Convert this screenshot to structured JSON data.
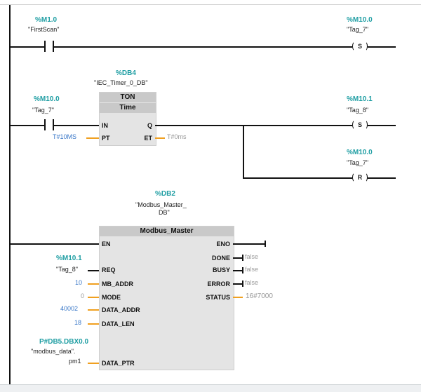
{
  "network1": {
    "contact": {
      "address": "%M1.0",
      "tag": "\"FirstScan\""
    },
    "coil": {
      "address": "%M10.0",
      "tag": "\"Tag_7\"",
      "type": "S"
    }
  },
  "network2": {
    "timer_db": {
      "address": "%DB4",
      "name": "\"IEC_Timer_0_DB\""
    },
    "timer": {
      "type": "TON",
      "subtype": "Time",
      "in": "IN",
      "pt": "PT",
      "q": "Q",
      "et": "ET",
      "pt_value": "T#10MS",
      "et_value": "T#0ms"
    },
    "contact": {
      "address": "%M10.0",
      "tag": "\"Tag_7\""
    },
    "coil1": {
      "address": "%M10.1",
      "tag": "\"Tag_8\"",
      "type": "S"
    },
    "coil2": {
      "address": "%M10.0",
      "tag": "\"Tag_7\"",
      "type": "R"
    }
  },
  "network3": {
    "block_db": {
      "address": "%DB2",
      "name_line1": "\"Modbus_Master_",
      "name_line2": "DB\""
    },
    "block": {
      "title": "Modbus_Master",
      "inputs": {
        "en": "EN",
        "req": "REQ",
        "mb_addr": "MB_ADDR",
        "mode": "MODE",
        "data_addr": "DATA_ADDR",
        "data_len": "DATA_LEN",
        "data_ptr": "DATA_PTR"
      },
      "outputs": {
        "eno": "ENO",
        "done": "DONE",
        "busy": "BUSY",
        "error": "ERROR",
        "status": "STATUS"
      }
    },
    "req_operand": {
      "address": "%M10.1",
      "tag": "\"Tag_8\""
    },
    "mb_addr_value": "10",
    "mode_value": "0",
    "data_addr_value": "40002",
    "data_len_value": "18",
    "data_ptr_operand": {
      "address": "P#DB5.DBX0.0",
      "line1": "\"modbus_data\".",
      "line2": "pm1"
    },
    "done_value": "false",
    "busy_value": "false",
    "error_value": "false",
    "status_value": "16#7000"
  }
}
